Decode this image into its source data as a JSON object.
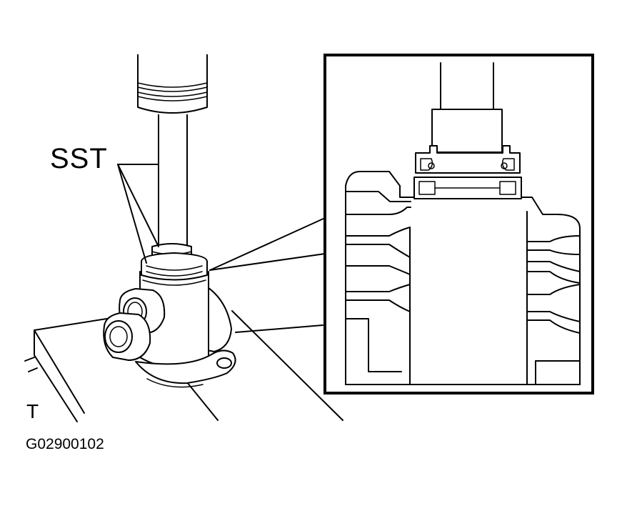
{
  "labels": {
    "sst": "SST",
    "t": "T",
    "figure_code": "G02900102"
  },
  "colors": {
    "ink": "#000000",
    "paper": "#ffffff"
  }
}
